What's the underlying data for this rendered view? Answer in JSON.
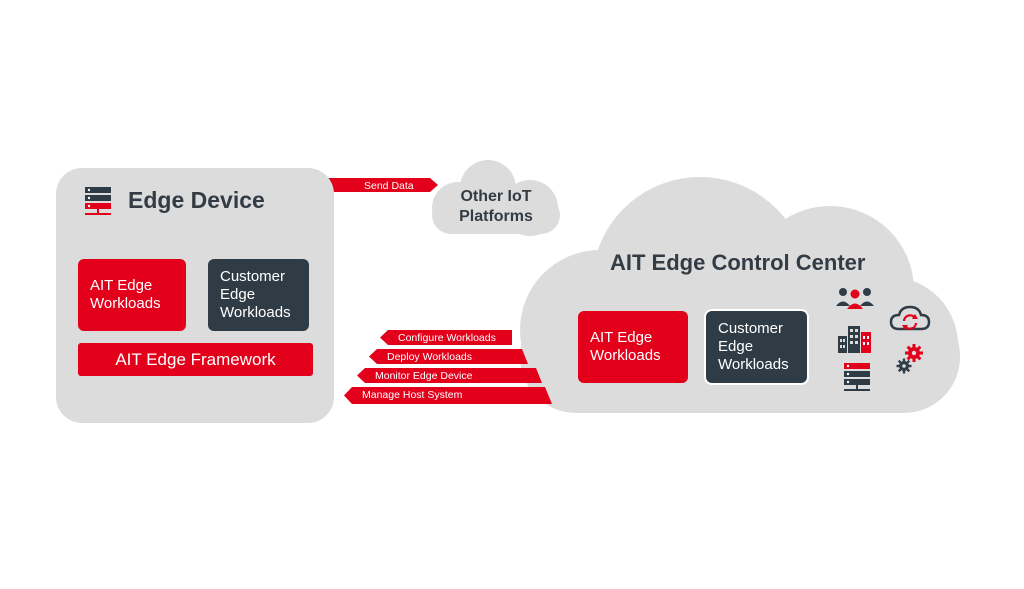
{
  "edge_device": {
    "title": "Edge Device",
    "ait_workloads": [
      "AIT Edge",
      "Workloads"
    ],
    "customer_workloads": [
      "Customer",
      "Edge",
      "Workloads"
    ],
    "framework": "AIT Edge Framework"
  },
  "iot": {
    "title_line1": "Other IoT",
    "title_line2": "Platforms"
  },
  "send_data": "Send Data",
  "control_center": {
    "title": "AIT Edge Control Center",
    "ait_workloads": [
      "AIT Edge",
      "Workloads"
    ],
    "customer_workloads": [
      "Customer",
      "Edge",
      "Workloads"
    ],
    "icons": [
      "users-icon",
      "buildings-icon",
      "server-icon",
      "cloud-sync-icon",
      "gears-icon"
    ]
  },
  "commands": [
    "Configure Workloads",
    "Deploy Workloads",
    "Monitor Edge Device",
    "Manage Host System"
  ],
  "colors": {
    "red": "#e2001a",
    "dark": "#2f3c46",
    "panel_grey": "#dcdcdc",
    "title_text": "#333c44"
  }
}
